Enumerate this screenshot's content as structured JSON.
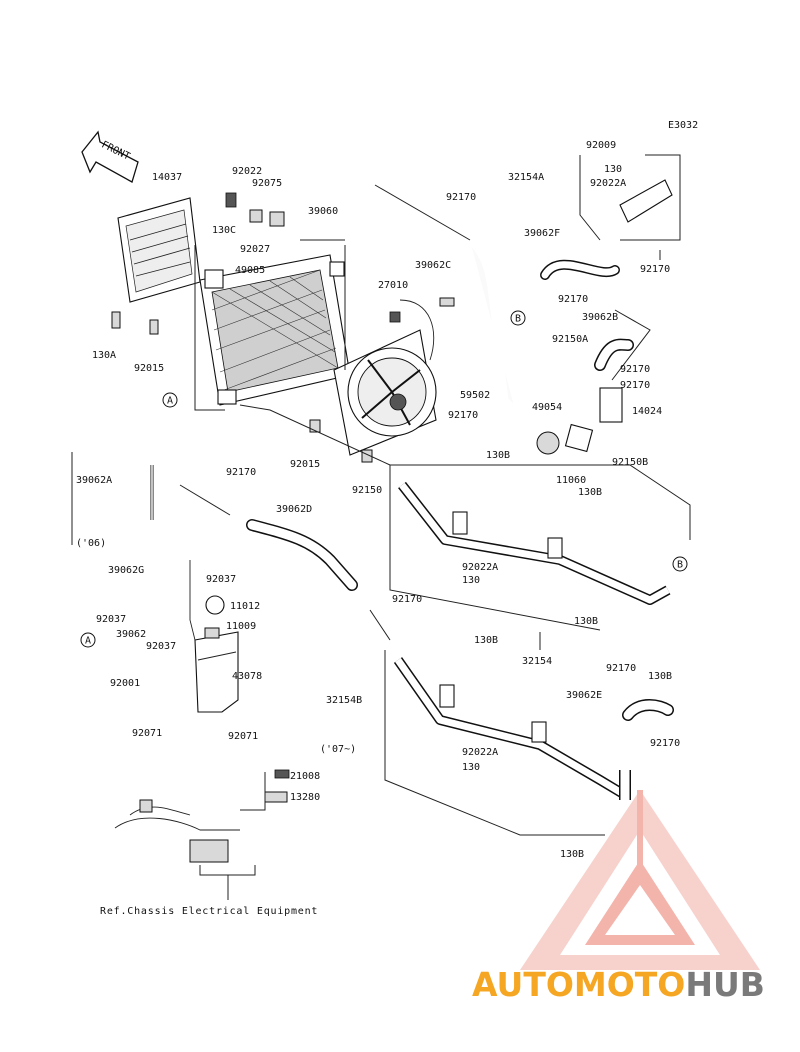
{
  "diagram_code": "E3032",
  "front_label": "FRONT",
  "reference_note": "Ref.Chassis Electrical Equipment",
  "watermark": {
    "part1": "AUTOMOTO",
    "part2": "HUB",
    "color_red": "#e8402a",
    "color_orange": "#f5a623",
    "color_grey": "#7a7a7a"
  },
  "callouts": [
    {
      "num": "14037"
    },
    {
      "num": "92022"
    },
    {
      "num": "92075"
    },
    {
      "num": "39060"
    },
    {
      "num": "130C"
    },
    {
      "num": "92027"
    },
    {
      "num": "49085"
    },
    {
      "num": "27010"
    },
    {
      "num": "92170"
    },
    {
      "num": "39062C"
    },
    {
      "num": "92009"
    },
    {
      "num": "130"
    },
    {
      "num": "32154A"
    },
    {
      "num": "92022A"
    },
    {
      "num": "39062F"
    },
    {
      "num": "92170"
    },
    {
      "num": "92170"
    },
    {
      "num": "39062B"
    },
    {
      "num": "92150A"
    },
    {
      "num": "92170"
    },
    {
      "num": "92170"
    },
    {
      "num": "59502"
    },
    {
      "num": "49054"
    },
    {
      "num": "14024"
    },
    {
      "num": "92170"
    },
    {
      "num": "11060"
    },
    {
      "num": "92150B"
    },
    {
      "num": "130A"
    },
    {
      "num": "92015"
    },
    {
      "num": "92015"
    },
    {
      "num": "92150"
    },
    {
      "num": "130B"
    },
    {
      "num": "130B"
    },
    {
      "num": "39062A"
    },
    {
      "num": "('06)"
    },
    {
      "num": "92170"
    },
    {
      "num": "39062D"
    },
    {
      "num": "39062G"
    },
    {
      "num": "92037"
    },
    {
      "num": "11012"
    },
    {
      "num": "11009"
    },
    {
      "num": "92037"
    },
    {
      "num": "39062"
    },
    {
      "num": "92037"
    },
    {
      "num": "92001"
    },
    {
      "num": "43078"
    },
    {
      "num": "92071"
    },
    {
      "num": "92071"
    },
    {
      "num": "92022A"
    },
    {
      "num": "130"
    },
    {
      "num": "92170"
    },
    {
      "num": "130B"
    },
    {
      "num": "32154"
    },
    {
      "num": "130B"
    },
    {
      "num": "39062E"
    },
    {
      "num": "92170"
    },
    {
      "num": "130B"
    },
    {
      "num": "32154B"
    },
    {
      "num": "92022A"
    },
    {
      "num": "130"
    },
    {
      "num": "92170"
    },
    {
      "num": "('07~)"
    },
    {
      "num": "21008"
    },
    {
      "num": "13280"
    },
    {
      "num": "130B"
    }
  ],
  "ref_markers": [
    {
      "letter": "A"
    },
    {
      "letter": "B"
    },
    {
      "letter": "B"
    },
    {
      "letter": "A"
    }
  ]
}
